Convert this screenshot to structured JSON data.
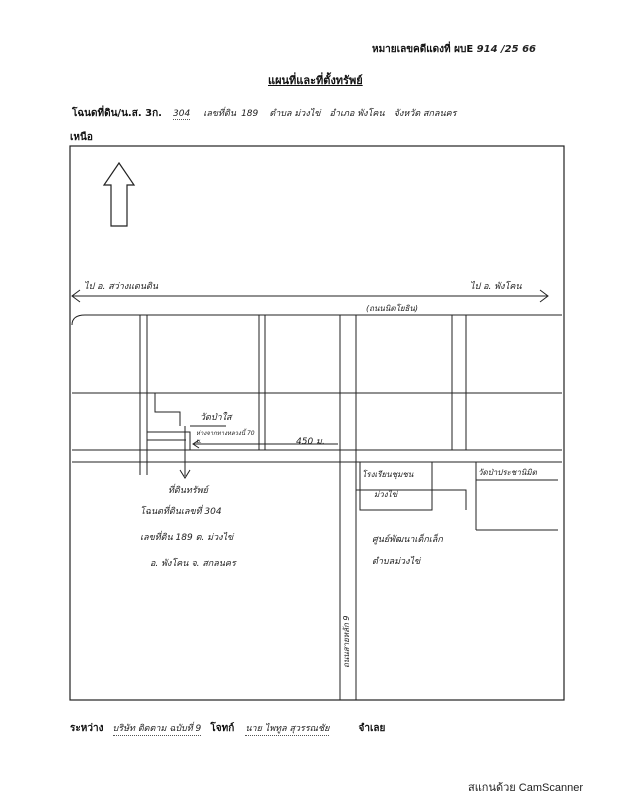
{
  "header": {
    "doc_number_label": "หมายเลขคดีแดงที่ ผบE",
    "doc_number_value": "914",
    "doc_number_year": "/25 66"
  },
  "title": "แผนที่และที่ตั้งทรัพย์",
  "deed_line": {
    "label": "โฉนดที่ดิน/น.ส. 3ก.",
    "deed_number": "304",
    "land_number_label": "เลขที่ดิน",
    "land_number": "189",
    "subdistrict": "ตำบล ม่วงไข่",
    "district": "อำเภอ พังโคน",
    "province": "จังหวัด สกลนคร"
  },
  "map": {
    "north_label": "เหนือ",
    "road_west_label": "ไป อ. สว่างแดนดิน",
    "road_east_label": "ไป อ. พังโคน",
    "highway_label": "(ถนนนิตโยธิน)",
    "temple_label": "วัดป่าใส",
    "temple_sub_label": "ห่างจากทางหลวงนี้ 70 ม.",
    "distance_label": "450 ม.",
    "property_label": "ที่ดินทรัพย์",
    "school_label_1": "โรงเรียนชุมชน",
    "school_label_2": "ม่วงไข่",
    "temple2_label": "วัดป่าประชานิมิต",
    "center_label_1": "ศูนย์พัฒนาเด็กเล็ก",
    "center_label_2": "ตำบลม่วงไข่",
    "note_line_1": "โฉนดที่ดินเลขที่ 304",
    "note_line_2": "เลขที่ดิน 189 ต. ม่วงไข่",
    "note_line_3": "อ. พังโคน จ. สกลนคร",
    "road_vertical_label": "ถนนสายหลัก 9"
  },
  "footer": {
    "between_label": "ระหว่าง",
    "plaintiff": "บริษัท ติดตาม ฉบับที่ 9",
    "plaintiff_role": "โจทก์",
    "defendant": "นาย ไพทูล สุวรรณชัย",
    "defendant_role": "จำเลย"
  },
  "watermark": "สแกนด้วย CamScanner"
}
